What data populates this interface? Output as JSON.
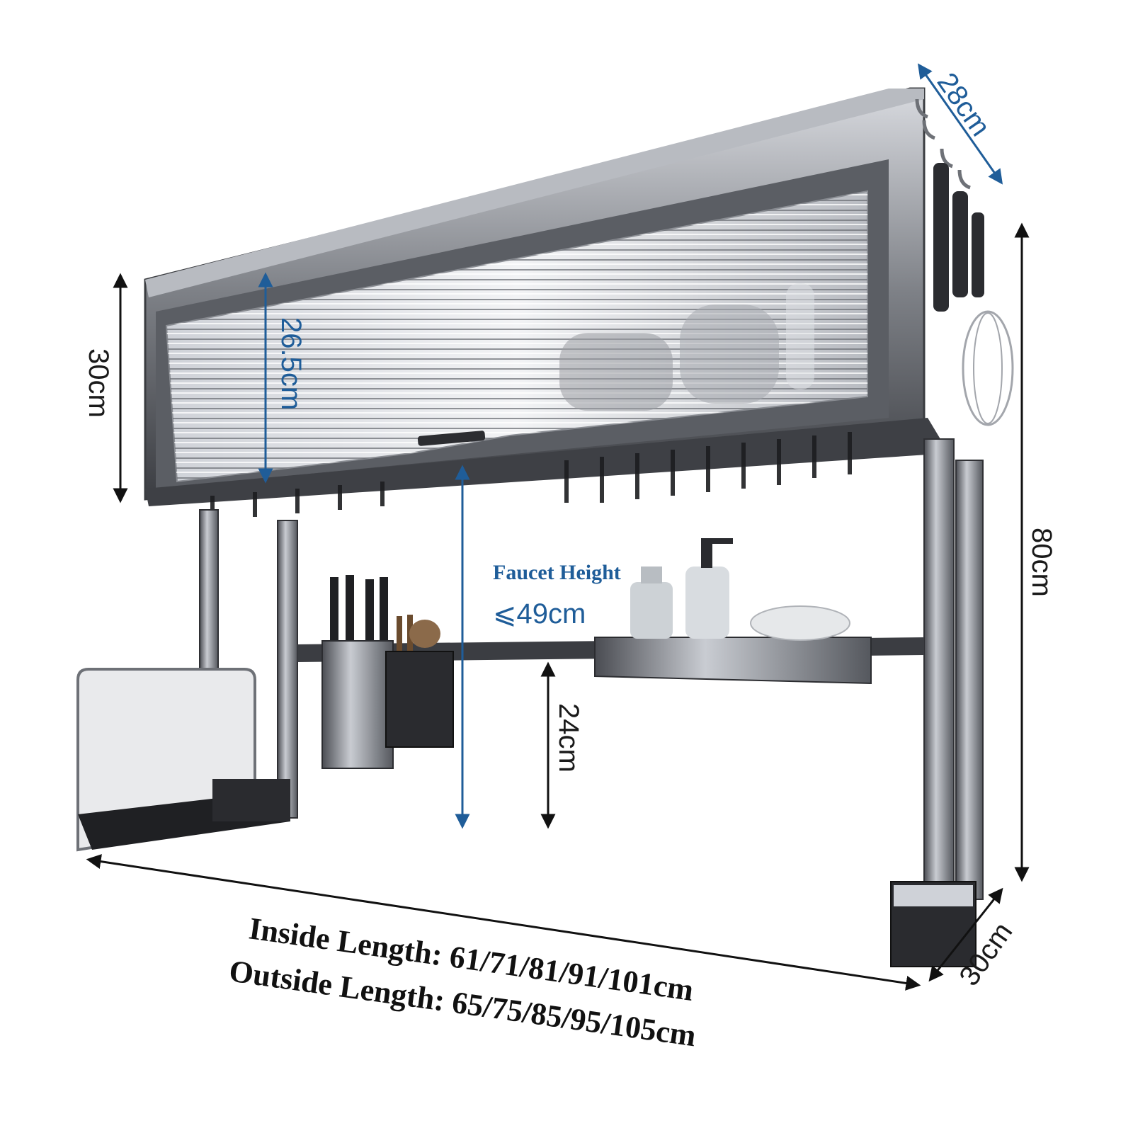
{
  "product": {
    "name": "over-sink-dish-rack",
    "colors": {
      "steel": "#8a8d93",
      "dark": "#2b2c30",
      "accent_blue": "#1f5d99",
      "arrow_black": "#111111"
    }
  },
  "dimensions": {
    "depth_top": "28cm",
    "cabinet_outer_height": "30cm",
    "cabinet_inner_height": "26.5cm",
    "total_height": "80cm",
    "shelf_clearance": "24cm",
    "base_depth": "30cm",
    "faucet_label": "Faucet Height",
    "faucet_value": "⩽49cm",
    "inside_length": "Inside Length: 61/71/81/91/101cm",
    "outside_length": "Outside Length: 65/75/85/95/105cm"
  }
}
